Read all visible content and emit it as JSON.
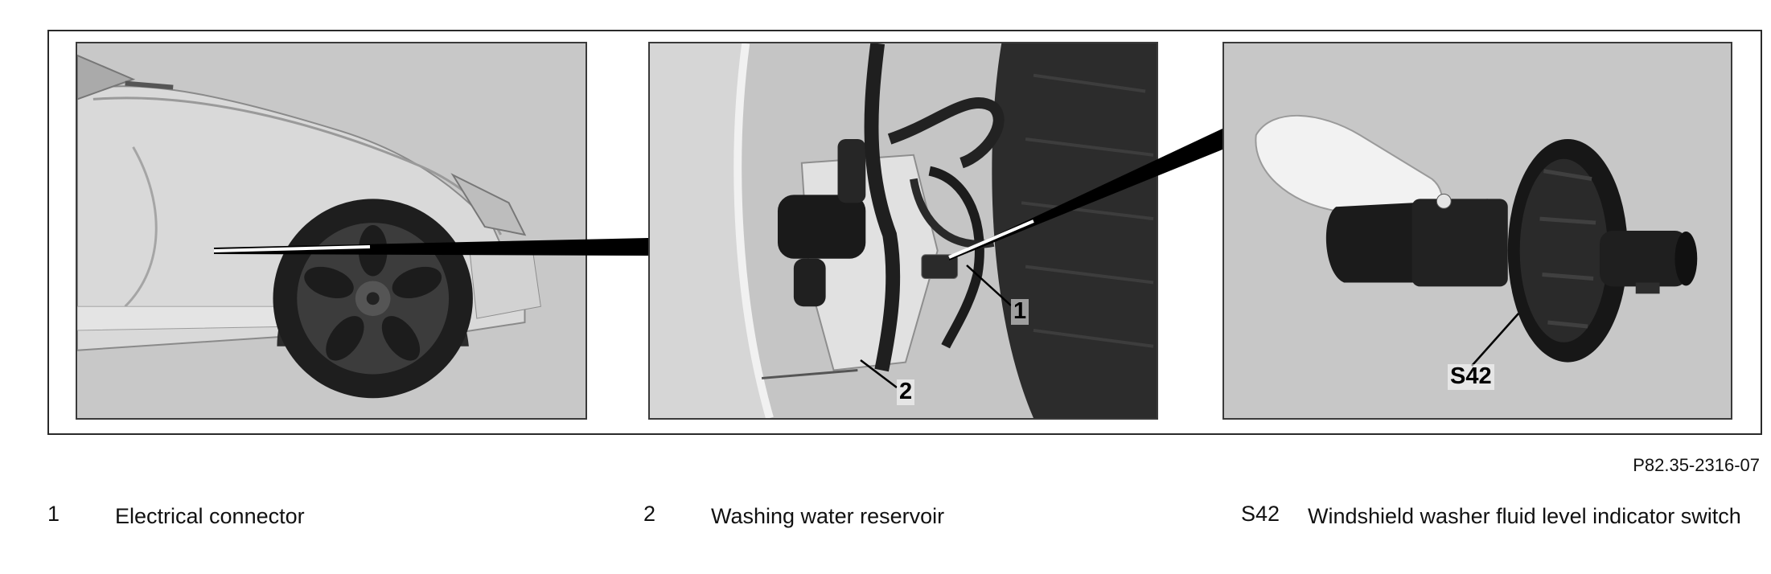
{
  "figure": {
    "id": "P82.35-2316-07"
  },
  "callouts": {
    "c1": "1",
    "c2": "2",
    "s42": "S42"
  },
  "legend": [
    {
      "key": "1",
      "text": "Electrical connector"
    },
    {
      "key": "2",
      "text": "Washing water reservoir"
    },
    {
      "key": "S42",
      "text": "Windshield washer fluid level indicator switch"
    }
  ]
}
